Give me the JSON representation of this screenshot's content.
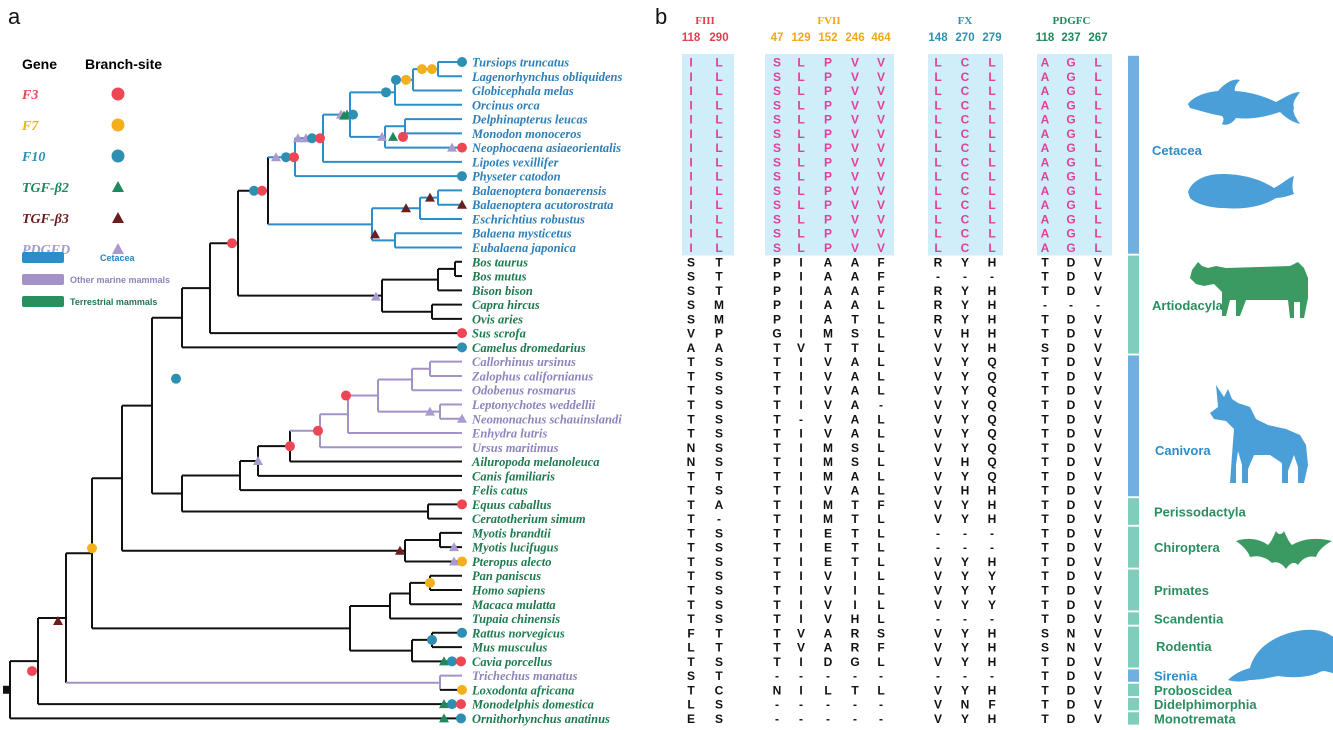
{
  "panels": {
    "a": "a",
    "b": "b"
  },
  "legend": {
    "gene_header": "Gene",
    "branch_header": "Branch-site",
    "genes": [
      {
        "name": "F3",
        "color": "#ef4656",
        "marker": "circle"
      },
      {
        "name": "F7",
        "color": "#f4b01c",
        "marker": "circle"
      },
      {
        "name": "F10",
        "color": "#2f8fb3",
        "marker": "circle"
      },
      {
        "name": "TGF-β2",
        "color": "#1e8a5c",
        "marker": "triangle"
      },
      {
        "name": "TGF-β3",
        "color": "#6b1e1e",
        "marker": "triangle"
      },
      {
        "name": "PDGFD",
        "color": "#a99bd0",
        "marker": "triangle"
      }
    ],
    "lineages": [
      {
        "label": "Cetacea",
        "color": "#2c8ec9"
      },
      {
        "label": "Other marine mammals",
        "color": "#a292c8"
      },
      {
        "label": "Terrestrial mammals",
        "color": "#2a8f5e"
      }
    ]
  },
  "genes": [
    {
      "name": "FIII",
      "color": "#e0404e",
      "positions": [
        "118",
        "290"
      ]
    },
    {
      "name": "FVII",
      "color": "#f0a818",
      "positions": [
        "47",
        "129",
        "152",
        "246",
        "464"
      ]
    },
    {
      "name": "FX",
      "color": "#2f8fb3",
      "positions": [
        "148",
        "270",
        "279"
      ]
    },
    {
      "name": "PDGFC",
      "color": "#1e8a5c",
      "positions": [
        "118",
        "237",
        "267"
      ]
    }
  ],
  "taxa": [
    {
      "name": "Tursiops truncatus",
      "lineage": "cet",
      "fiii": [
        "I",
        "L"
      ],
      "fvii": [
        "S",
        "L",
        "P",
        "V",
        "V"
      ],
      "fx": [
        "L",
        "C",
        "L"
      ],
      "pdgfc": [
        "A",
        "G",
        "L"
      ]
    },
    {
      "name": "Lagenorhynchus obliquidens",
      "lineage": "cet",
      "fiii": [
        "I",
        "L"
      ],
      "fvii": [
        "S",
        "L",
        "P",
        "V",
        "V"
      ],
      "fx": [
        "L",
        "C",
        "L"
      ],
      "pdgfc": [
        "A",
        "G",
        "L"
      ]
    },
    {
      "name": "Globicephala melas",
      "lineage": "cet",
      "fiii": [
        "I",
        "L"
      ],
      "fvii": [
        "S",
        "L",
        "P",
        "V",
        "V"
      ],
      "fx": [
        "L",
        "C",
        "L"
      ],
      "pdgfc": [
        "A",
        "G",
        "L"
      ]
    },
    {
      "name": "Orcinus orca",
      "lineage": "cet",
      "fiii": [
        "I",
        "L"
      ],
      "fvii": [
        "S",
        "L",
        "P",
        "V",
        "V"
      ],
      "fx": [
        "L",
        "C",
        "L"
      ],
      "pdgfc": [
        "A",
        "G",
        "L"
      ]
    },
    {
      "name": "Delphinapterus leucas",
      "lineage": "cet",
      "fiii": [
        "I",
        "L"
      ],
      "fvii": [
        "S",
        "L",
        "P",
        "V",
        "V"
      ],
      "fx": [
        "L",
        "C",
        "L"
      ],
      "pdgfc": [
        "A",
        "G",
        "L"
      ]
    },
    {
      "name": "Monodon monoceros",
      "lineage": "cet",
      "fiii": [
        "I",
        "L"
      ],
      "fvii": [
        "S",
        "L",
        "P",
        "V",
        "V"
      ],
      "fx": [
        "L",
        "C",
        "L"
      ],
      "pdgfc": [
        "A",
        "G",
        "L"
      ]
    },
    {
      "name": "Neophocaena asiaeorientalis",
      "lineage": "cet",
      "fiii": [
        "I",
        "L"
      ],
      "fvii": [
        "S",
        "L",
        "P",
        "V",
        "V"
      ],
      "fx": [
        "L",
        "C",
        "L"
      ],
      "pdgfc": [
        "A",
        "G",
        "L"
      ]
    },
    {
      "name": "Lipotes vexillifer",
      "lineage": "cet",
      "fiii": [
        "I",
        "L"
      ],
      "fvii": [
        "S",
        "L",
        "P",
        "V",
        "V"
      ],
      "fx": [
        "L",
        "C",
        "L"
      ],
      "pdgfc": [
        "A",
        "G",
        "L"
      ]
    },
    {
      "name": "Physeter catodon",
      "lineage": "cet",
      "fiii": [
        "I",
        "L"
      ],
      "fvii": [
        "S",
        "L",
        "P",
        "V",
        "V"
      ],
      "fx": [
        "L",
        "C",
        "L"
      ],
      "pdgfc": [
        "A",
        "G",
        "L"
      ]
    },
    {
      "name": "Balaenoptera bonaerensis",
      "lineage": "cet",
      "fiii": [
        "I",
        "L"
      ],
      "fvii": [
        "S",
        "L",
        "P",
        "V",
        "V"
      ],
      "fx": [
        "L",
        "C",
        "L"
      ],
      "pdgfc": [
        "A",
        "G",
        "L"
      ]
    },
    {
      "name": "Balaenoptera acutorostrata",
      "lineage": "cet",
      "fiii": [
        "I",
        "L"
      ],
      "fvii": [
        "S",
        "L",
        "P",
        "V",
        "V"
      ],
      "fx": [
        "L",
        "C",
        "L"
      ],
      "pdgfc": [
        "A",
        "G",
        "L"
      ]
    },
    {
      "name": "Eschrichtius robustus",
      "lineage": "cet",
      "fiii": [
        "I",
        "L"
      ],
      "fvii": [
        "S",
        "L",
        "P",
        "V",
        "V"
      ],
      "fx": [
        "L",
        "C",
        "L"
      ],
      "pdgfc": [
        "A",
        "G",
        "L"
      ]
    },
    {
      "name": "Balaena mysticetus",
      "lineage": "cet",
      "fiii": [
        "I",
        "L"
      ],
      "fvii": [
        "S",
        "L",
        "P",
        "V",
        "V"
      ],
      "fx": [
        "L",
        "C",
        "L"
      ],
      "pdgfc": [
        "A",
        "G",
        "L"
      ]
    },
    {
      "name": "Eubalaena japonica",
      "lineage": "cet",
      "fiii": [
        "I",
        "L"
      ],
      "fvii": [
        "S",
        "L",
        "P",
        "V",
        "V"
      ],
      "fx": [
        "L",
        "C",
        "L"
      ],
      "pdgfc": [
        "A",
        "G",
        "L"
      ]
    },
    {
      "name": "Bos taurus",
      "lineage": "ter",
      "fiii": [
        "S",
        "T"
      ],
      "fvii": [
        "P",
        "I",
        "A",
        "A",
        "F"
      ],
      "fx": [
        "R",
        "Y",
        "H"
      ],
      "pdgfc": [
        "T",
        "D",
        "V"
      ]
    },
    {
      "name": "Bos mutus",
      "lineage": "ter",
      "fiii": [
        "S",
        "T"
      ],
      "fvii": [
        "P",
        "I",
        "A",
        "A",
        "F"
      ],
      "fx": [
        "-",
        "-",
        "-"
      ],
      "pdgfc": [
        "T",
        "D",
        "V"
      ]
    },
    {
      "name": "Bison bison",
      "lineage": "ter",
      "fiii": [
        "S",
        "T"
      ],
      "fvii": [
        "P",
        "I",
        "A",
        "A",
        "F"
      ],
      "fx": [
        "R",
        "Y",
        "H"
      ],
      "pdgfc": [
        "T",
        "D",
        "V"
      ]
    },
    {
      "name": "Capra hircus",
      "lineage": "ter",
      "fiii": [
        "S",
        "M"
      ],
      "fvii": [
        "P",
        "I",
        "A",
        "A",
        "L"
      ],
      "fx": [
        "R",
        "Y",
        "H"
      ],
      "pdgfc": [
        "-",
        "-",
        "-"
      ]
    },
    {
      "name": "Ovis aries",
      "lineage": "ter",
      "fiii": [
        "S",
        "M"
      ],
      "fvii": [
        "P",
        "I",
        "A",
        "T",
        "L"
      ],
      "fx": [
        "R",
        "Y",
        "H"
      ],
      "pdgfc": [
        "T",
        "D",
        "V"
      ]
    },
    {
      "name": "Sus scrofa",
      "lineage": "ter",
      "fiii": [
        "V",
        "P"
      ],
      "fvii": [
        "G",
        "I",
        "M",
        "S",
        "L"
      ],
      "fx": [
        "V",
        "H",
        "H"
      ],
      "pdgfc": [
        "T",
        "D",
        "V"
      ]
    },
    {
      "name": "Camelus dromedarius",
      "lineage": "ter",
      "fiii": [
        "A",
        "A"
      ],
      "fvii": [
        "T",
        "V",
        "T",
        "T",
        "L"
      ],
      "fx": [
        "V",
        "Y",
        "H"
      ],
      "pdgfc": [
        "S",
        "D",
        "V"
      ]
    },
    {
      "name": "Callorhinus ursinus",
      "lineage": "oth",
      "fiii": [
        "T",
        "S"
      ],
      "fvii": [
        "T",
        "I",
        "V",
        "A",
        "L"
      ],
      "fx": [
        "V",
        "Y",
        "Q"
      ],
      "pdgfc": [
        "T",
        "D",
        "V"
      ]
    },
    {
      "name": "Zalophus californianus",
      "lineage": "oth",
      "fiii": [
        "T",
        "S"
      ],
      "fvii": [
        "T",
        "I",
        "V",
        "A",
        "L"
      ],
      "fx": [
        "V",
        "Y",
        "Q"
      ],
      "pdgfc": [
        "T",
        "D",
        "V"
      ]
    },
    {
      "name": "Odobenus rosmarus",
      "lineage": "oth",
      "fiii": [
        "T",
        "S"
      ],
      "fvii": [
        "T",
        "I",
        "V",
        "A",
        "L"
      ],
      "fx": [
        "V",
        "Y",
        "Q"
      ],
      "pdgfc": [
        "T",
        "D",
        "V"
      ]
    },
    {
      "name": "Leptonychotes weddellii",
      "lineage": "oth",
      "fiii": [
        "T",
        "S"
      ],
      "fvii": [
        "T",
        "I",
        "V",
        "A",
        "-"
      ],
      "fx": [
        "V",
        "Y",
        "Q"
      ],
      "pdgfc": [
        "T",
        "D",
        "V"
      ]
    },
    {
      "name": "Neomonachus schauinslandi",
      "lineage": "oth",
      "fiii": [
        "T",
        "S"
      ],
      "fvii": [
        "T",
        "-",
        "V",
        "A",
        "L"
      ],
      "fx": [
        "V",
        "Y",
        "Q"
      ],
      "pdgfc": [
        "T",
        "D",
        "V"
      ]
    },
    {
      "name": "Enhydra lutris",
      "lineage": "oth",
      "fiii": [
        "T",
        "S"
      ],
      "fvii": [
        "T",
        "I",
        "V",
        "A",
        "L"
      ],
      "fx": [
        "V",
        "Y",
        "Q"
      ],
      "pdgfc": [
        "T",
        "D",
        "V"
      ]
    },
    {
      "name": "Ursus maritimus",
      "lineage": "oth",
      "fiii": [
        "N",
        "S"
      ],
      "fvii": [
        "T",
        "I",
        "M",
        "S",
        "L"
      ],
      "fx": [
        "V",
        "Y",
        "Q"
      ],
      "pdgfc": [
        "T",
        "D",
        "V"
      ]
    },
    {
      "name": "Ailuropoda melanoleuca",
      "lineage": "ter",
      "fiii": [
        "N",
        "S"
      ],
      "fvii": [
        "T",
        "I",
        "M",
        "S",
        "L"
      ],
      "fx": [
        "V",
        "H",
        "Q"
      ],
      "pdgfc": [
        "T",
        "D",
        "V"
      ]
    },
    {
      "name": "Canis familiaris",
      "lineage": "ter",
      "fiii": [
        "T",
        "T"
      ],
      "fvii": [
        "T",
        "I",
        "M",
        "A",
        "L"
      ],
      "fx": [
        "V",
        "Y",
        "Q"
      ],
      "pdgfc": [
        "T",
        "D",
        "V"
      ]
    },
    {
      "name": "Felis catus",
      "lineage": "ter",
      "fiii": [
        "T",
        "S"
      ],
      "fvii": [
        "T",
        "I",
        "V",
        "A",
        "L"
      ],
      "fx": [
        "V",
        "H",
        "H"
      ],
      "pdgfc": [
        "T",
        "D",
        "V"
      ]
    },
    {
      "name": "Equus caballus",
      "lineage": "ter",
      "fiii": [
        "T",
        "A"
      ],
      "fvii": [
        "T",
        "I",
        "M",
        "T",
        "F"
      ],
      "fx": [
        "V",
        "Y",
        "H"
      ],
      "pdgfc": [
        "T",
        "D",
        "V"
      ]
    },
    {
      "name": "Ceratotherium simum",
      "lineage": "ter",
      "fiii": [
        "T",
        "-"
      ],
      "fvii": [
        "T",
        "I",
        "M",
        "T",
        "L"
      ],
      "fx": [
        "V",
        "Y",
        "H"
      ],
      "pdgfc": [
        "T",
        "D",
        "V"
      ]
    },
    {
      "name": "Myotis brandtii",
      "lineage": "ter",
      "fiii": [
        "T",
        "S"
      ],
      "fvii": [
        "T",
        "I",
        "E",
        "T",
        "L"
      ],
      "fx": [
        "-",
        "-",
        "-"
      ],
      "pdgfc": [
        "T",
        "D",
        "V"
      ]
    },
    {
      "name": "Myotis lucifugus",
      "lineage": "ter",
      "fiii": [
        "T",
        "S"
      ],
      "fvii": [
        "T",
        "I",
        "E",
        "T",
        "L"
      ],
      "fx": [
        "-",
        "-",
        "-"
      ],
      "pdgfc": [
        "T",
        "D",
        "V"
      ]
    },
    {
      "name": "Pteropus alecto",
      "lineage": "ter",
      "fiii": [
        "T",
        "S"
      ],
      "fvii": [
        "T",
        "I",
        "E",
        "T",
        "L"
      ],
      "fx": [
        "V",
        "Y",
        "H"
      ],
      "pdgfc": [
        "T",
        "D",
        "V"
      ]
    },
    {
      "name": "Pan paniscus",
      "lineage": "ter",
      "fiii": [
        "T",
        "S"
      ],
      "fvii": [
        "T",
        "I",
        "V",
        "I",
        "L"
      ],
      "fx": [
        "V",
        "Y",
        "Y"
      ],
      "pdgfc": [
        "T",
        "D",
        "V"
      ]
    },
    {
      "name": "Homo sapiens",
      "lineage": "ter",
      "fiii": [
        "T",
        "S"
      ],
      "fvii": [
        "T",
        "I",
        "V",
        "I",
        "L"
      ],
      "fx": [
        "V",
        "Y",
        "Y"
      ],
      "pdgfc": [
        "T",
        "D",
        "V"
      ]
    },
    {
      "name": "Macaca mulatta",
      "lineage": "ter",
      "fiii": [
        "T",
        "S"
      ],
      "fvii": [
        "T",
        "I",
        "V",
        "I",
        "L"
      ],
      "fx": [
        "V",
        "Y",
        "Y"
      ],
      "pdgfc": [
        "T",
        "D",
        "V"
      ]
    },
    {
      "name": "Tupaia chinensis",
      "lineage": "ter",
      "fiii": [
        "T",
        "S"
      ],
      "fvii": [
        "T",
        "I",
        "V",
        "H",
        "L"
      ],
      "fx": [
        "-",
        "-",
        "-"
      ],
      "pdgfc": [
        "T",
        "D",
        "V"
      ]
    },
    {
      "name": "Rattus norvegicus",
      "lineage": "ter",
      "fiii": [
        "F",
        "T"
      ],
      "fvii": [
        "T",
        "V",
        "A",
        "R",
        "S"
      ],
      "fx": [
        "V",
        "Y",
        "H"
      ],
      "pdgfc": [
        "S",
        "N",
        "V"
      ]
    },
    {
      "name": "Mus musculus",
      "lineage": "ter",
      "fiii": [
        "L",
        "T"
      ],
      "fvii": [
        "T",
        "V",
        "A",
        "R",
        "F"
      ],
      "fx": [
        "V",
        "Y",
        "H"
      ],
      "pdgfc": [
        "S",
        "N",
        "V"
      ]
    },
    {
      "name": "Cavia porcellus",
      "lineage": "ter",
      "fiii": [
        "T",
        "S"
      ],
      "fvii": [
        "T",
        "I",
        "D",
        "G",
        "L"
      ],
      "fx": [
        "V",
        "Y",
        "H"
      ],
      "pdgfc": [
        "T",
        "D",
        "V"
      ]
    },
    {
      "name": "Trichechus manatus",
      "lineage": "oth",
      "fiii": [
        "S",
        "T"
      ],
      "fvii": [
        "-",
        "-",
        "-",
        "-",
        "-"
      ],
      "fx": [
        "-",
        "-",
        "-"
      ],
      "pdgfc": [
        "T",
        "D",
        "V"
      ]
    },
    {
      "name": "Loxodonta africana",
      "lineage": "ter",
      "fiii": [
        "T",
        "C"
      ],
      "fvii": [
        "N",
        "I",
        "L",
        "T",
        "L"
      ],
      "fx": [
        "V",
        "Y",
        "H"
      ],
      "pdgfc": [
        "T",
        "D",
        "V"
      ]
    },
    {
      "name": "Monodelphis domestica",
      "lineage": "ter",
      "fiii": [
        "L",
        "S"
      ],
      "fvii": [
        "-",
        "-",
        "-",
        "-",
        "-"
      ],
      "fx": [
        "V",
        "N",
        "F"
      ],
      "pdgfc": [
        "T",
        "D",
        "V"
      ]
    },
    {
      "name": "Ornithorhynchus anatinus",
      "lineage": "ter",
      "fiii": [
        "E",
        "S"
      ],
      "fvii": [
        "-",
        "-",
        "-",
        "-",
        "-"
      ],
      "fx": [
        "V",
        "Y",
        "H"
      ],
      "pdgfc": [
        "T",
        "D",
        "V"
      ]
    }
  ],
  "groups": [
    {
      "label": "Cetacea",
      "from": 0,
      "to": 13,
      "color": "#2c8ec9",
      "bar": "#6fb0e0"
    },
    {
      "label": "Artiodacyla",
      "from": 14,
      "to": 20,
      "color": "#2a8f5e",
      "bar": "#7fcdbb"
    },
    {
      "label": "Canivora",
      "from": 21,
      "to": 30,
      "color": "#2c8ec9",
      "bar": "#6fb0e0"
    },
    {
      "label": "Perissodactyla",
      "from": 31,
      "to": 32,
      "color": "#2a8f5e",
      "bar": "#7fcdbb"
    },
    {
      "label": "Chiroptera",
      "from": 33,
      "to": 35,
      "color": "#2a8f5e",
      "bar": "#7fcdbb"
    },
    {
      "label": "Primates",
      "from": 36,
      "to": 38,
      "color": "#2a8f5e",
      "bar": "#7fcdbb"
    },
    {
      "label": "Scandentia",
      "from": 39,
      "to": 39,
      "color": "#2a8f5e",
      "bar": "#7fcdbb"
    },
    {
      "label": "Rodentia",
      "from": 40,
      "to": 42,
      "color": "#2a8f5e",
      "bar": "#7fcdbb"
    },
    {
      "label": "Sirenia",
      "from": 43,
      "to": 43,
      "color": "#2c8ec9",
      "bar": "#6fb0e0"
    },
    {
      "label": "Proboscidea",
      "from": 44,
      "to": 44,
      "color": "#2a8f5e",
      "bar": "#7fcdbb"
    },
    {
      "label": "Didelphimorphia",
      "from": 45,
      "to": 45,
      "color": "#2a8f5e",
      "bar": "#7fcdbb"
    },
    {
      "label": "Monotremata",
      "from": 46,
      "to": 46,
      "color": "#2a8f5e",
      "bar": "#7fcdbb"
    }
  ],
  "colors": {
    "cetacea_branch": "#2c8ec9",
    "other_marine_branch": "#a292c8",
    "terrestrial_branch": "#111111",
    "cetacea_text": "#2c7fb8",
    "other_marine_text": "#8f83bd",
    "terrestrial_text": "#1d7a4f",
    "marine_residue": "#e0409a",
    "highlight_bg": "#cfeefa",
    "silhouette_blue": "#4a9fd8",
    "silhouette_green": "#3a9a62"
  },
  "icons": [
    "dolphin-silhouette",
    "whale-silhouette",
    "cow-silhouette",
    "dog-silhouette",
    "bat-silhouette",
    "manatee-silhouette"
  ]
}
